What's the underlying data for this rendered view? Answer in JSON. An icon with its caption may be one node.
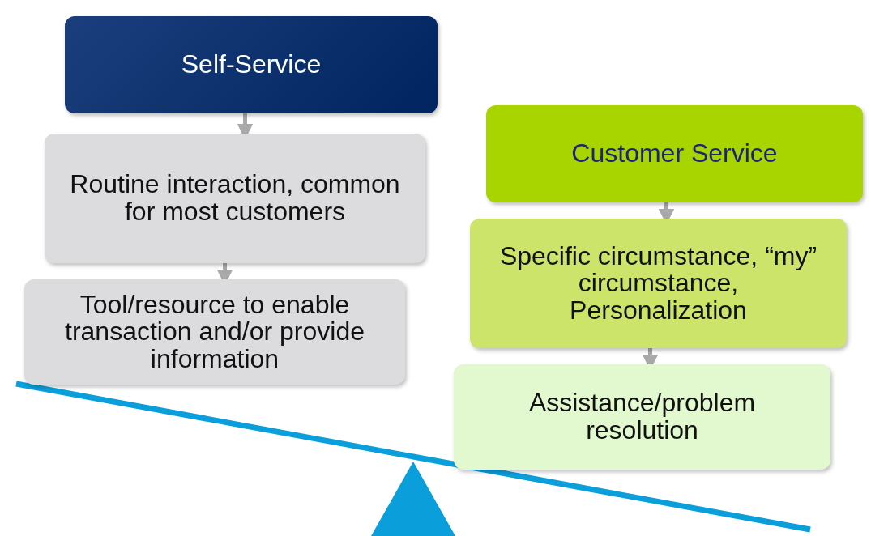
{
  "diagram": {
    "nodes": [
      {
        "text": [
          "Self-Service"
        ]
      },
      {
        "text": [
          "Routine interaction, common for most customers"
        ]
      },
      {
        "text": [
          "Tool/resource to enable transaction and/or provide information"
        ]
      },
      {
        "text": [
          "Customer Service"
        ]
      },
      {
        "text": [
          "Specific circumstance, “my” circumstance, Personalization"
        ]
      },
      {
        "text": [
          "Assistance/problem resolution"
        ]
      }
    ],
    "edges": [
      {
        "from": 0,
        "to": 1,
        "arrow": "to"
      },
      {
        "from": 1,
        "to": 2,
        "arrow": "to"
      },
      {
        "from": 3,
        "to": 4,
        "arrow": "to"
      },
      {
        "from": 4,
        "to": 5,
        "arrow": "to"
      }
    ]
  }
}
